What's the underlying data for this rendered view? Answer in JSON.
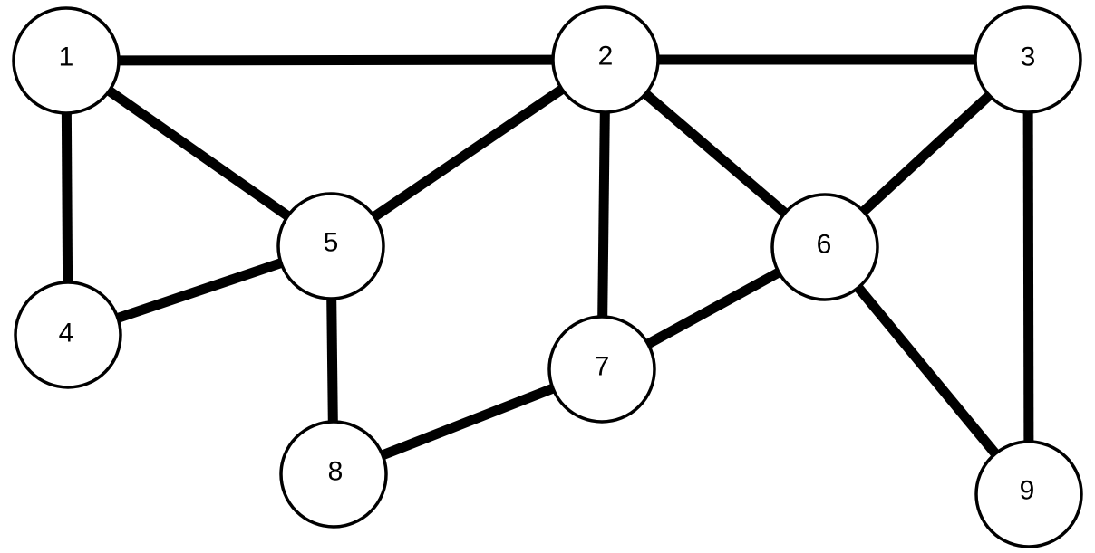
{
  "graph": {
    "nodes": [
      {
        "id": "1",
        "label": "1"
      },
      {
        "id": "2",
        "label": "2"
      },
      {
        "id": "3",
        "label": "3"
      },
      {
        "id": "4",
        "label": "4"
      },
      {
        "id": "5",
        "label": "5"
      },
      {
        "id": "6",
        "label": "6"
      },
      {
        "id": "7",
        "label": "7"
      },
      {
        "id": "8",
        "label": "8"
      },
      {
        "id": "9",
        "label": "9"
      }
    ],
    "edges": [
      {
        "from": "1",
        "to": "2"
      },
      {
        "from": "2",
        "to": "3"
      },
      {
        "from": "1",
        "to": "5"
      },
      {
        "from": "1",
        "to": "4"
      },
      {
        "from": "2",
        "to": "5"
      },
      {
        "from": "2",
        "to": "7"
      },
      {
        "from": "2",
        "to": "6"
      },
      {
        "from": "3",
        "to": "6"
      },
      {
        "from": "3",
        "to": "9"
      },
      {
        "from": "4",
        "to": "5"
      },
      {
        "from": "5",
        "to": "8"
      },
      {
        "from": "7",
        "to": "8"
      },
      {
        "from": "6",
        "to": "7"
      },
      {
        "from": "6",
        "to": "9"
      }
    ],
    "colors": {
      "stroke": "#000000",
      "fill": "#ffffff"
    }
  }
}
